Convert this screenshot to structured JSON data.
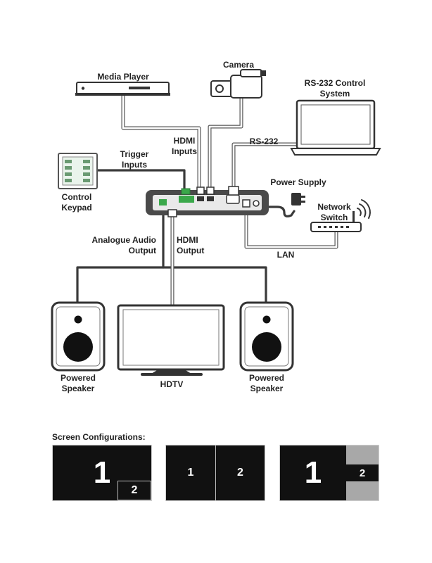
{
  "labels": {
    "media_player": "Media Player",
    "camera": "Camera",
    "rs232_system_line1": "RS-232 Control",
    "rs232_system_line2": "System",
    "hdmi_inputs_line1": "HDMI",
    "hdmi_inputs_line2": "Inputs",
    "rs232": "RS-232",
    "trigger_inputs_line1": "Trigger",
    "trigger_inputs_line2": "Inputs",
    "control_keypad_line1": "Control",
    "control_keypad_line2": "Keypad",
    "power_supply": "Power Supply",
    "network_switch_line1": "Network",
    "network_switch_line2": "Switch",
    "analogue_audio_line1": "Analogue Audio",
    "analogue_audio_line2": "Output",
    "hdmi_output_line1": "HDMI",
    "hdmi_output_line2": "Output",
    "lan": "LAN",
    "powered_speaker_left_line1": "Powered",
    "powered_speaker_left_line2": "Speaker",
    "hdtv": "HDTV",
    "powered_speaker_right_line1": "Powered",
    "powered_speaker_right_line2": "Speaker"
  },
  "screen_configurations": {
    "title": "Screen Configurations:",
    "pip": {
      "main": "1",
      "inset": "2"
    },
    "side_by_side": {
      "left": "1",
      "right": "2"
    },
    "main_plus_strip": {
      "main": "1",
      "side": "2"
    }
  },
  "colors": {
    "cable_dark": "#3a3a3a",
    "cable_light_fill": "#ffffff",
    "device_body": "#4a4a4a",
    "device_panel": "#e9e9e9",
    "terminal_green": "#3aa84a",
    "screen_black": "#111111",
    "screen_gray": "#a8a8a8"
  }
}
